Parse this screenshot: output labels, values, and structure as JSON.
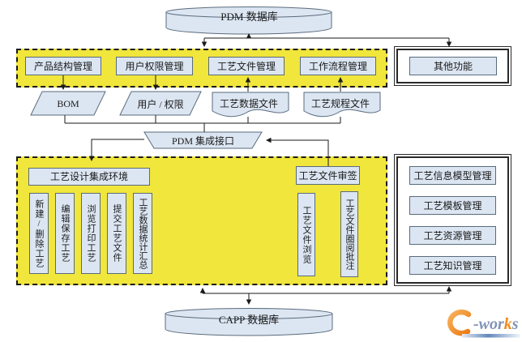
{
  "colors": {
    "highlight_yellow": "#F0E63C",
    "node_fill": "#DCE6F2",
    "node_border": "#5A6B7C",
    "connector": "#1A1A1A",
    "logo_orange": "#EF8B1D",
    "logo_blue": "#8293B6"
  },
  "nodes": {
    "pdm_db": "PDM 数据库",
    "capp_db": "CAPP 数据库",
    "other_functions": "其他功能",
    "pdm_interface": "PDM 集成接口",
    "pdm_modules": [
      "产品结构管理",
      "用户权限管理",
      "工艺文件管理",
      "工作流程管理"
    ],
    "data_items": [
      "BOM",
      "用户 / 权限",
      "工艺数据文件",
      "工艺规程文件"
    ],
    "design_env_title": "工艺设计集成环境",
    "design_env_functions": [
      "新建/删除工艺",
      "编辑保存工艺",
      "浏览打印工艺",
      "提交工艺文件",
      "工艺数据统计汇总"
    ],
    "review_title": "工艺文件审签",
    "review_functions": [
      "工艺文件浏览",
      "工艺文件圈阅批注"
    ],
    "mgmt_items": [
      "工艺信息模型管理",
      "工艺模板管理",
      "工艺资源管理",
      "工艺知识管理"
    ]
  },
  "logo": {
    "e": "e",
    "part1": "-wor",
    "k": "k",
    "part2": "s"
  }
}
